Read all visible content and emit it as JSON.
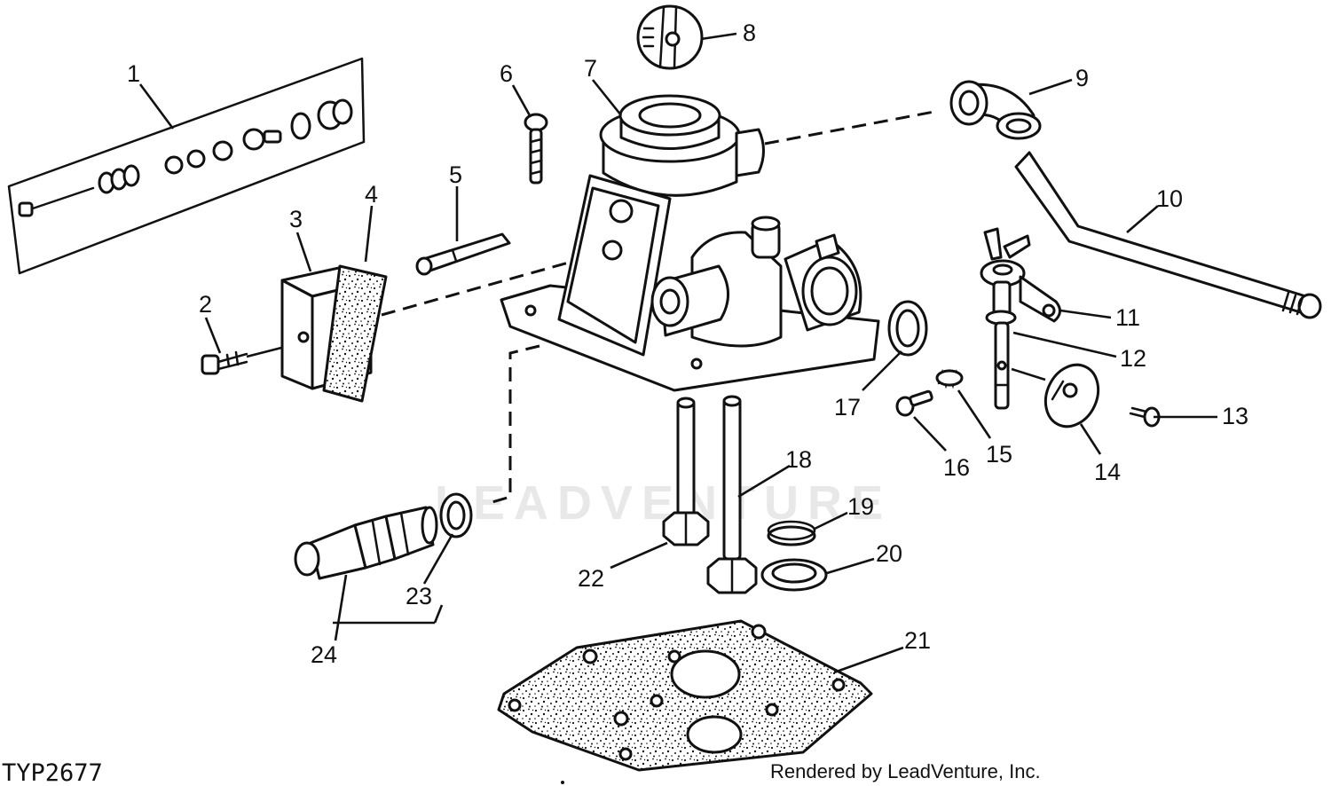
{
  "diagram": {
    "callouts": [
      "1",
      "2",
      "3",
      "4",
      "5",
      "6",
      "7",
      "8",
      "9",
      "10",
      "11",
      "12",
      "13",
      "14",
      "15",
      "16",
      "17",
      "18",
      "19",
      "20",
      "21",
      "22",
      "23",
      "24"
    ],
    "figure_id": "TYP2677",
    "credit": "Rendered by LeadVenture, Inc.",
    "watermark": "LEADVENTURE",
    "colors": {
      "ink": "#111111",
      "paper": "#ffffff",
      "watermark": "#e8e8e8"
    }
  }
}
